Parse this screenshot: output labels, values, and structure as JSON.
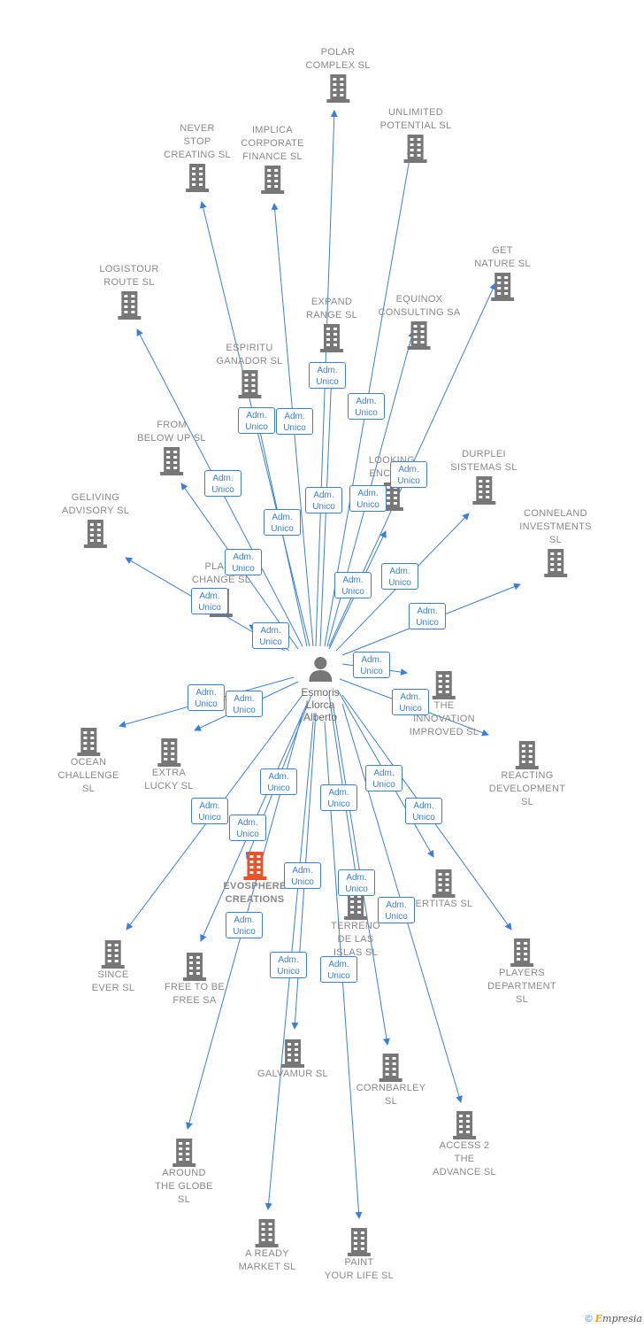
{
  "person": {
    "name": "Esmoris\nLlorca\nAlberto",
    "icon": "person-icon"
  },
  "role_label": "Adm.\nUnico",
  "colors": {
    "edge": "#3a7fd5",
    "building": "#777777",
    "highlight": "#e8532b"
  },
  "companies": [
    {
      "id": "polar",
      "name": "POLAR\nCOMPLEX SL"
    },
    {
      "id": "unlimited",
      "name": "UNLIMITED\nPOTENTIAL SL"
    },
    {
      "id": "never",
      "name": "NEVER\nSTOP\nCREATING SL"
    },
    {
      "id": "implica",
      "name": "IMPLICA\nCORPORATE\nFINANCE SL"
    },
    {
      "id": "get",
      "name": "GET\nNATURE SL"
    },
    {
      "id": "logistour",
      "name": "LOGISTOUR\nROUTE SL"
    },
    {
      "id": "expand",
      "name": "EXPAND\nRANGE SL"
    },
    {
      "id": "equinox",
      "name": "EQUINOX\nCONSULTING SA"
    },
    {
      "id": "espiritu",
      "name": "ESPIRITU\nGANADOR SL"
    },
    {
      "id": "from",
      "name": "FROM\nBELOW UP SL"
    },
    {
      "id": "looking",
      "name": "LOOKING\nENCOU..."
    },
    {
      "id": "durplei",
      "name": "DURPLEI\nSISTEMAS SL"
    },
    {
      "id": "geliving",
      "name": "GELIVING\nADVISORY SL"
    },
    {
      "id": "conneland",
      "name": "CONNELAND\nINVESTMENTS\nSL"
    },
    {
      "id": "plant",
      "name": "PLANT\nCHANGE SL"
    },
    {
      "id": "innovation",
      "name": "THE\nINNOVATION\nIMPROVED SL"
    },
    {
      "id": "ocean",
      "name": "OCEAN\nCHALLENGE\nSL"
    },
    {
      "id": "extra",
      "name": "EXTRA\nLUCKY SL"
    },
    {
      "id": "reacting",
      "name": "REACTING\nDEVELOPMENT\nSL"
    },
    {
      "id": "evosphere",
      "name": "EVOSPHERE\nCREATIONS",
      "highlight": true
    },
    {
      "id": "ertitas",
      "name": "ERTITAS SL"
    },
    {
      "id": "terreno",
      "name": "TERRENO\nDE LAS\nISLAS SL"
    },
    {
      "id": "since",
      "name": "SINCE\nEVER SL"
    },
    {
      "id": "free",
      "name": "FREE TO BE\nFREE SA"
    },
    {
      "id": "players",
      "name": "PLAYERS\nDEPARTMENT\nSL"
    },
    {
      "id": "galvamur",
      "name": "GALVAMUR SL"
    },
    {
      "id": "cornbarley",
      "name": "CORNBARLEY\nSL"
    },
    {
      "id": "access",
      "name": "ACCESS 2\nTHE\nADVANCE SL"
    },
    {
      "id": "around",
      "name": "AROUND\nTHE GLOBE\nSL"
    },
    {
      "id": "aready",
      "name": "A READY\nMARKET SL"
    },
    {
      "id": "paint",
      "name": "PAINT\nYOUR LIFE SL"
    }
  ],
  "footer": {
    "copyright": "©",
    "brand_e": "E",
    "brand_rest": "mpresia"
  }
}
